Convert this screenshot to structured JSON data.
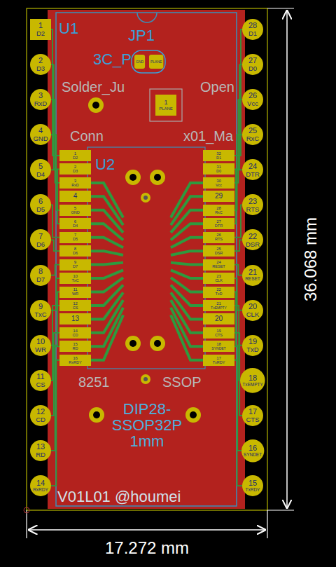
{
  "diagram": {
    "nodes": [
      {
        "text": [
          "1",
          "D2"
        ]
      },
      {
        "text": [
          "2",
          "D3"
        ]
      },
      {
        "text": [
          "3",
          "RxD"
        ]
      },
      {
        "text": [
          "4",
          "GND"
        ]
      },
      {
        "text": [
          "5",
          "D4"
        ]
      },
      {
        "text": [
          "6",
          "D5"
        ]
      },
      {
        "text": [
          "7",
          "D6"
        ]
      },
      {
        "text": [
          "8",
          "D7"
        ]
      },
      {
        "text": [
          "9",
          "TxC"
        ]
      },
      {
        "text": [
          "10",
          "WR"
        ]
      },
      {
        "text": [
          "11",
          "CS"
        ]
      },
      {
        "text": [
          "12",
          "CD"
        ]
      },
      {
        "text": [
          "13",
          "RD"
        ]
      },
      {
        "text": [
          "14",
          "RxRDY"
        ]
      },
      {
        "text": [
          "15",
          "TxRDY"
        ]
      },
      {
        "text": [
          "16",
          "SYNDET"
        ]
      },
      {
        "text": [
          "17",
          "CTS"
        ]
      },
      {
        "text": [
          "18",
          "TxEMPTY"
        ]
      },
      {
        "text": [
          "19",
          "TxD"
        ]
      },
      {
        "text": [
          "20",
          "CLK"
        ]
      },
      {
        "text": [
          "21",
          "RESET"
        ]
      },
      {
        "text": [
          "22",
          "DSR"
        ]
      },
      {
        "text": [
          "23",
          "RTS"
        ]
      },
      {
        "text": [
          "24",
          "DTR"
        ]
      },
      {
        "text": [
          "25",
          "RxC"
        ]
      },
      {
        "text": [
          "26",
          "Vcc"
        ]
      },
      {
        "text": [
          "27",
          "D0"
        ]
      },
      {
        "text": [
          "28",
          "D1"
        ]
      },
      {
        "text": [
          "GND"
        ]
      },
      {
        "text": [
          "PLANE"
        ]
      },
      {
        "text": [
          "1",
          "PLANE"
        ]
      },
      {
        "text": [
          "1",
          "D2"
        ]
      },
      {
        "text": [
          "2",
          "D3"
        ]
      },
      {
        "text": [
          "3",
          "RxD"
        ]
      },
      {
        "text": [
          "4"
        ]
      },
      {
        "text": [
          "5",
          "GND"
        ]
      },
      {
        "text": [
          "6",
          "D4"
        ]
      },
      {
        "text": [
          "7",
          "D5"
        ]
      },
      {
        "text": [
          "8",
          "D6"
        ]
      },
      {
        "text": [
          "9",
          "D7"
        ]
      },
      {
        "text": [
          "10",
          "TxC"
        ]
      },
      {
        "text": [
          "11",
          "WR"
        ]
      },
      {
        "text": [
          "12",
          "CS"
        ]
      },
      {
        "text": [
          "13"
        ]
      },
      {
        "text": [
          "14",
          "CD"
        ]
      },
      {
        "text": [
          "15",
          "RD"
        ]
      },
      {
        "text": [
          "16",
          "RxRDY"
        ]
      },
      {
        "text": [
          "17",
          "TxRDY"
        ]
      },
      {
        "text": [
          "18",
          "SYNDET"
        ]
      },
      {
        "text": [
          "19",
          "CTS"
        ]
      },
      {
        "text": [
          "20"
        ]
      },
      {
        "text": [
          "21",
          "TxEMPTY"
        ]
      },
      {
        "text": [
          "22",
          "TxD"
        ]
      },
      {
        "text": [
          "23",
          "CLK"
        ]
      },
      {
        "text": [
          "24",
          "RESET"
        ]
      },
      {
        "text": [
          "25",
          "DSR"
        ]
      },
      {
        "text": [
          "26",
          "RTS"
        ]
      },
      {
        "text": [
          "27",
          "DTR"
        ]
      },
      {
        "text": [
          "28",
          "RxC"
        ]
      },
      {
        "text": [
          "29"
        ]
      },
      {
        "text": [
          "30",
          "Vcc"
        ]
      },
      {
        "text": [
          "31",
          "D0"
        ]
      },
      {
        "text": [
          "32",
          "D1"
        ]
      }
    ],
    "edges": [
      {
        "from": 0,
        "to": 31,
        "arrow": "none"
      },
      {
        "from": 1,
        "to": 32,
        "arrow": "none"
      },
      {
        "from": 2,
        "to": 33,
        "arrow": "none"
      },
      {
        "from": 3,
        "to": 35,
        "arrow": "none"
      },
      {
        "from": 4,
        "to": 36,
        "arrow": "none"
      },
      {
        "from": 5,
        "to": 37,
        "arrow": "none"
      },
      {
        "from": 6,
        "to": 38,
        "arrow": "none"
      },
      {
        "from": 7,
        "to": 39,
        "arrow": "none"
      },
      {
        "from": 8,
        "to": 40,
        "arrow": "none"
      },
      {
        "from": 9,
        "to": 41,
        "arrow": "none"
      },
      {
        "from": 10,
        "to": 42,
        "arrow": "none"
      },
      {
        "from": 11,
        "to": 44,
        "arrow": "none"
      },
      {
        "from": 12,
        "to": 45,
        "arrow": "none"
      },
      {
        "from": 13,
        "to": 46,
        "arrow": "none"
      },
      {
        "from": 27,
        "to": 62,
        "arrow": "none"
      },
      {
        "from": 26,
        "to": 61,
        "arrow": "none"
      },
      {
        "from": 25,
        "to": 60,
        "arrow": "none"
      },
      {
        "from": 24,
        "to": 58,
        "arrow": "none"
      },
      {
        "from": 23,
        "to": 57,
        "arrow": "none"
      },
      {
        "from": 22,
        "to": 56,
        "arrow": "none"
      },
      {
        "from": 21,
        "to": 55,
        "arrow": "none"
      },
      {
        "from": 20,
        "to": 54,
        "arrow": "none"
      },
      {
        "from": 19,
        "to": 53,
        "arrow": "none"
      },
      {
        "from": 18,
        "to": 52,
        "arrow": "none"
      },
      {
        "from": 17,
        "to": 51,
        "arrow": "none"
      },
      {
        "from": 16,
        "to": 49,
        "arrow": "none"
      },
      {
        "from": 15,
        "to": 48,
        "arrow": "none"
      },
      {
        "from": 14,
        "to": 47,
        "arrow": "none"
      }
    ],
    "labels": [
      "U1",
      "JP1",
      "3C_P",
      "Solder_Ju",
      "Open",
      "Conn",
      "x01_Ma",
      "U2",
      "8251",
      "SSOP",
      "DIP28- SSOP32P 1mm",
      "V01L01 @houmei",
      "17.272 mm",
      "36.068 mm"
    ]
  }
}
